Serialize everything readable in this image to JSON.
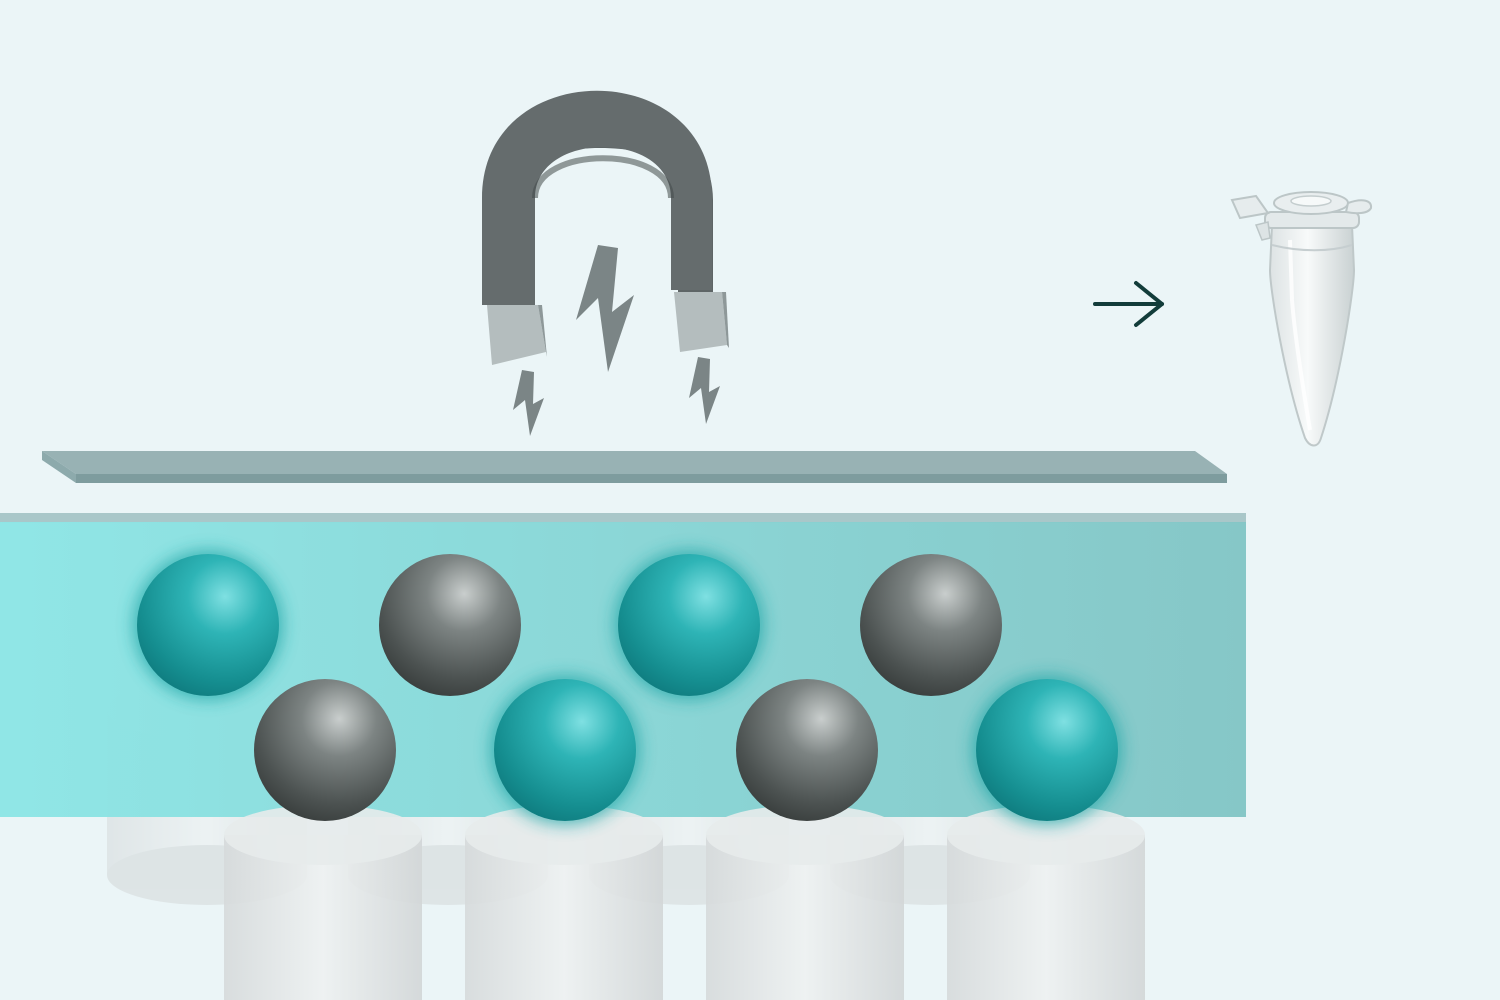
{
  "diagram": {
    "background_color": "#EBF5F7",
    "magnet": {
      "icon": "horseshoe-magnet-icon",
      "body_color": "#656C6D",
      "tip_color": "#B4BDBE",
      "field_icon": "lightning-bolt-icon",
      "field_color": "#7B8586"
    },
    "plate": {
      "color": "#98B2B4"
    },
    "liquid": {
      "color_left": "#8EE6E6",
      "color_right": "#84C6C6"
    },
    "arrow": {
      "icon": "right-arrow-icon",
      "color": "#123C3A"
    },
    "tube": {
      "icon": "microcentrifuge-tube-icon"
    },
    "bead_colors": {
      "teal": "#22A7A8",
      "grey": "#5A605F"
    },
    "beads": [
      {
        "type": "teal"
      },
      {
        "type": "grey"
      },
      {
        "type": "teal"
      },
      {
        "type": "grey"
      },
      {
        "type": "grey"
      },
      {
        "type": "teal"
      },
      {
        "type": "grey"
      },
      {
        "type": "teal"
      }
    ]
  }
}
